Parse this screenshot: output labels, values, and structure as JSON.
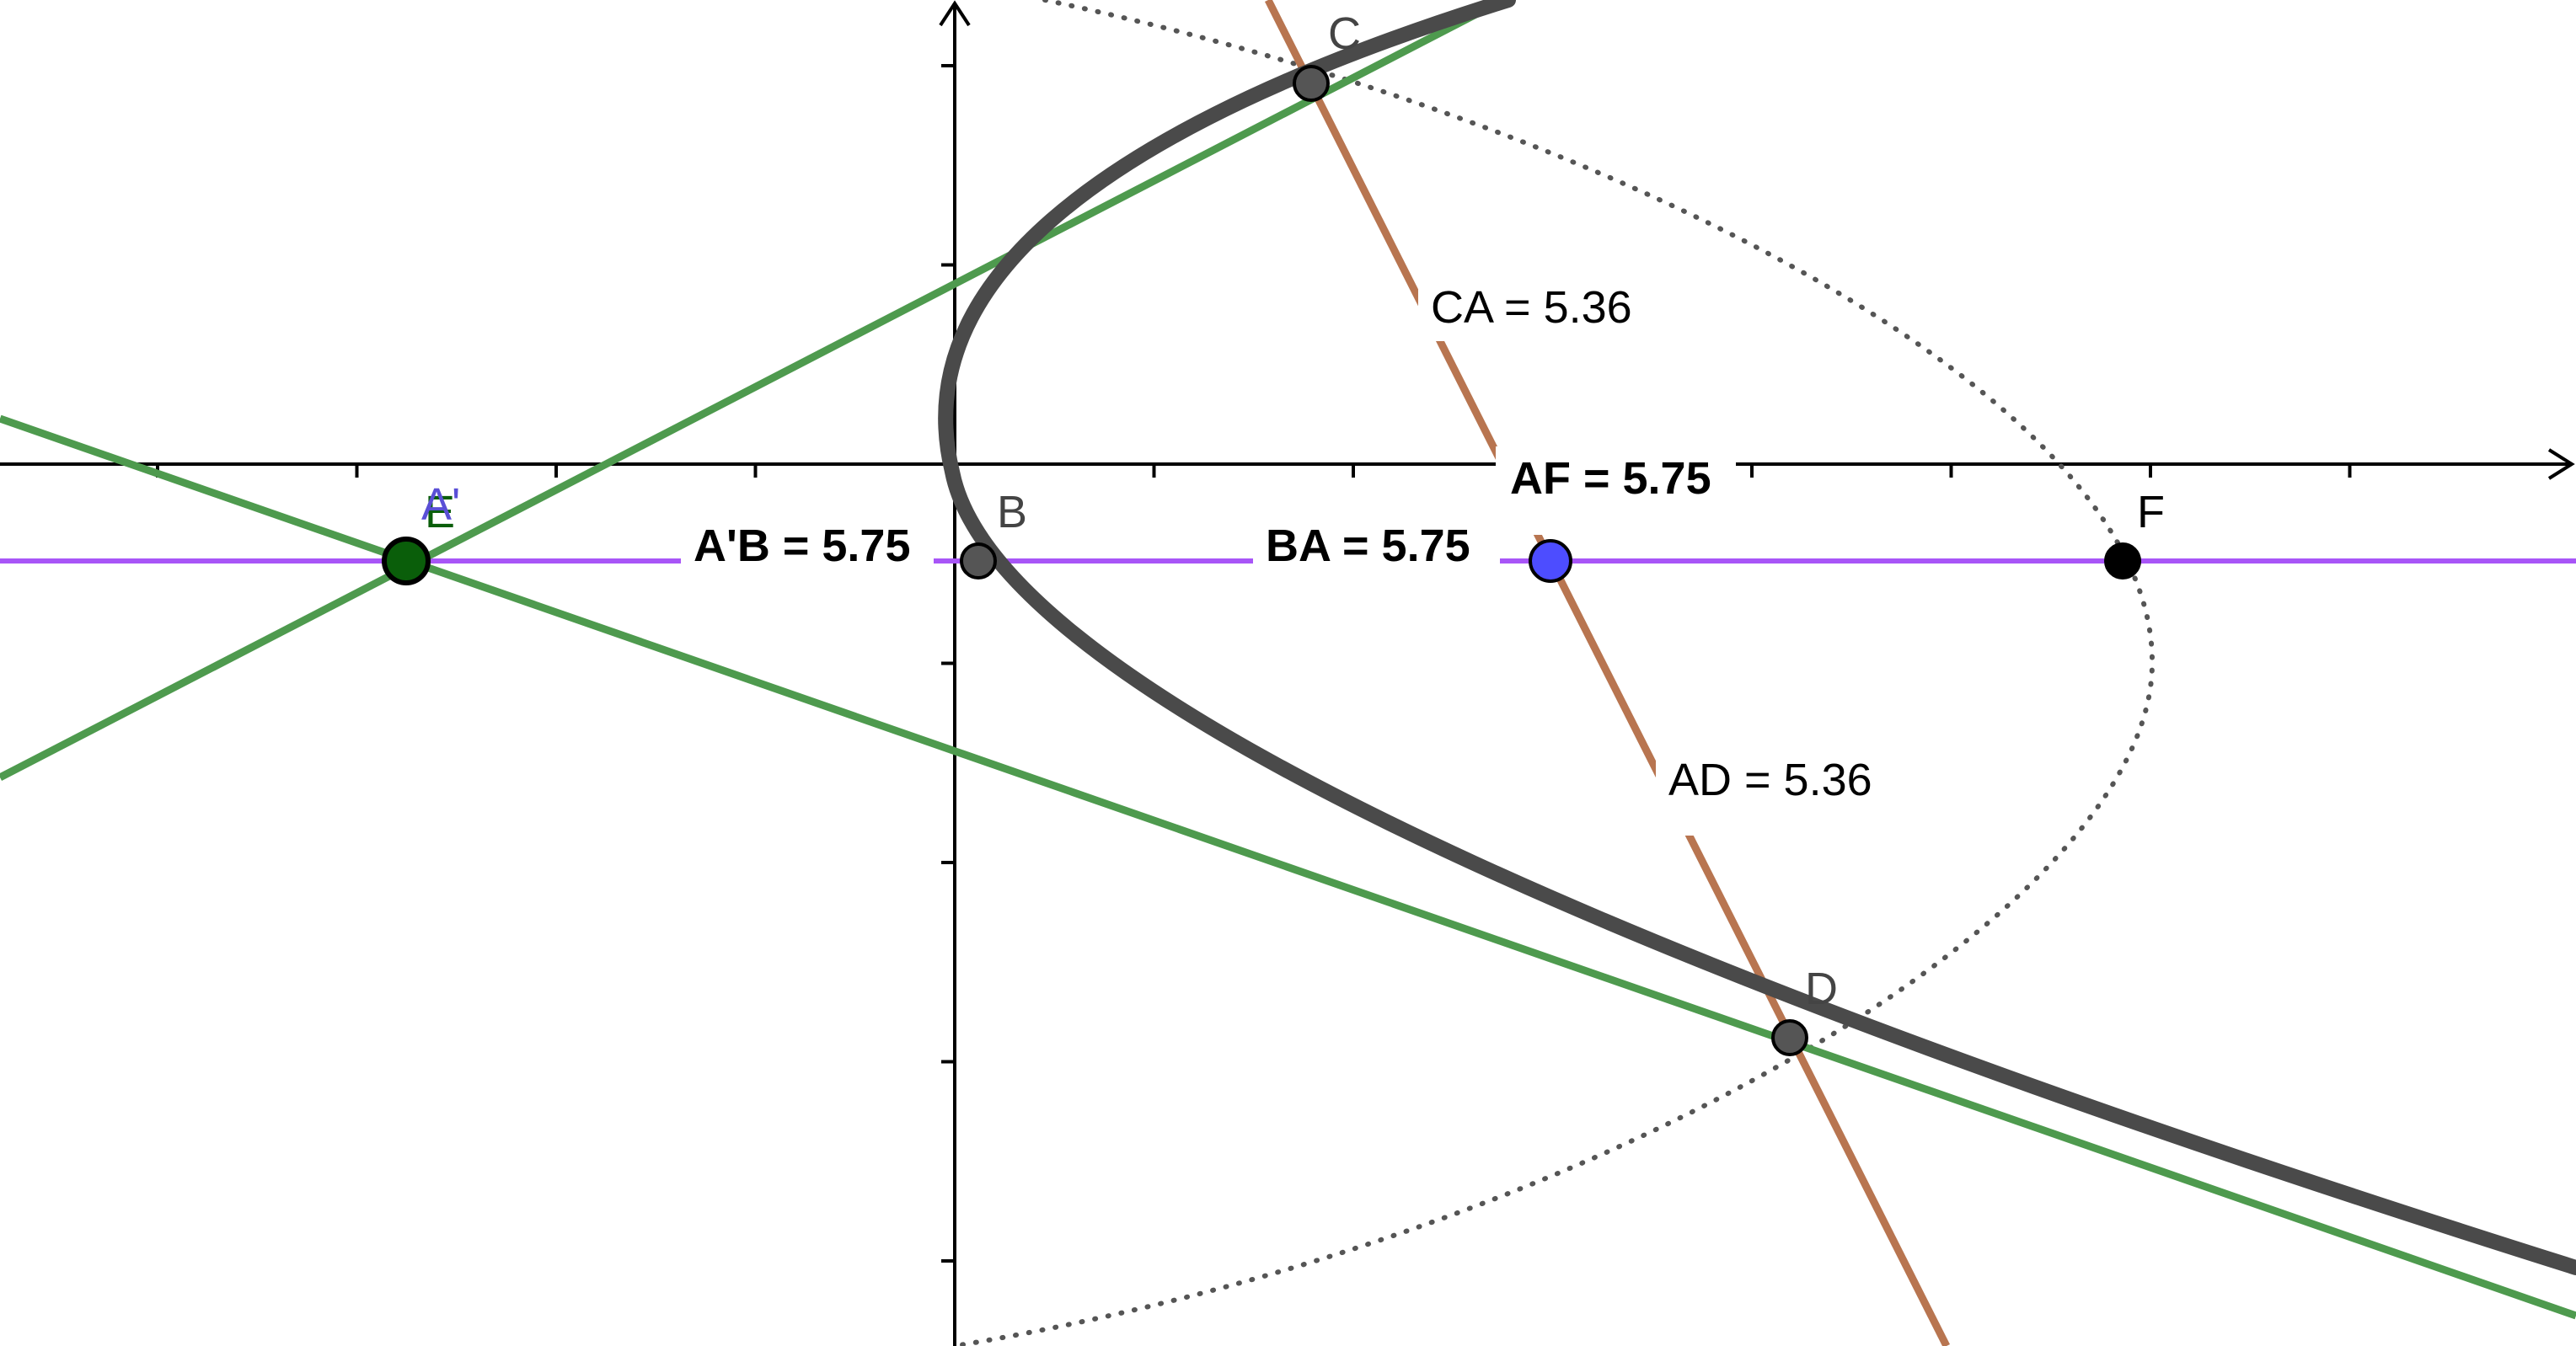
{
  "points": [
    {
      "key": "C",
      "label": "C"
    },
    {
      "key": "B",
      "label": "B"
    },
    {
      "key": "D",
      "label": "D"
    },
    {
      "key": "F",
      "label": "F"
    },
    {
      "key": "A",
      "label": ""
    },
    {
      "key": "E",
      "label": "E"
    },
    {
      "key": "A2",
      "label": "A'"
    }
  ],
  "measurements": [
    {
      "key": "CA",
      "text": "CA = 5.36",
      "bold": false
    },
    {
      "key": "AD",
      "text": "AD = 5.36",
      "bold": false
    },
    {
      "key": "AF",
      "text": "AF = 5.75",
      "bold": true
    },
    {
      "key": "BA",
      "text": "BA = 5.75",
      "bold": true
    },
    {
      "key": "A2B",
      "text": "A'B = 5.75",
      "bold": true
    }
  ],
  "colors": {
    "parabola": "#4a4a4a",
    "ellipse": "#555555",
    "axis_line": "#a855f7",
    "chord": "#b87550",
    "tangent": "#4e9a4e",
    "point_dark": "#555555",
    "point_focus": "#000000",
    "point_A": "#4d4dff",
    "point_E": "#0a5e0a",
    "label_A2": "#5a4fd6"
  }
}
